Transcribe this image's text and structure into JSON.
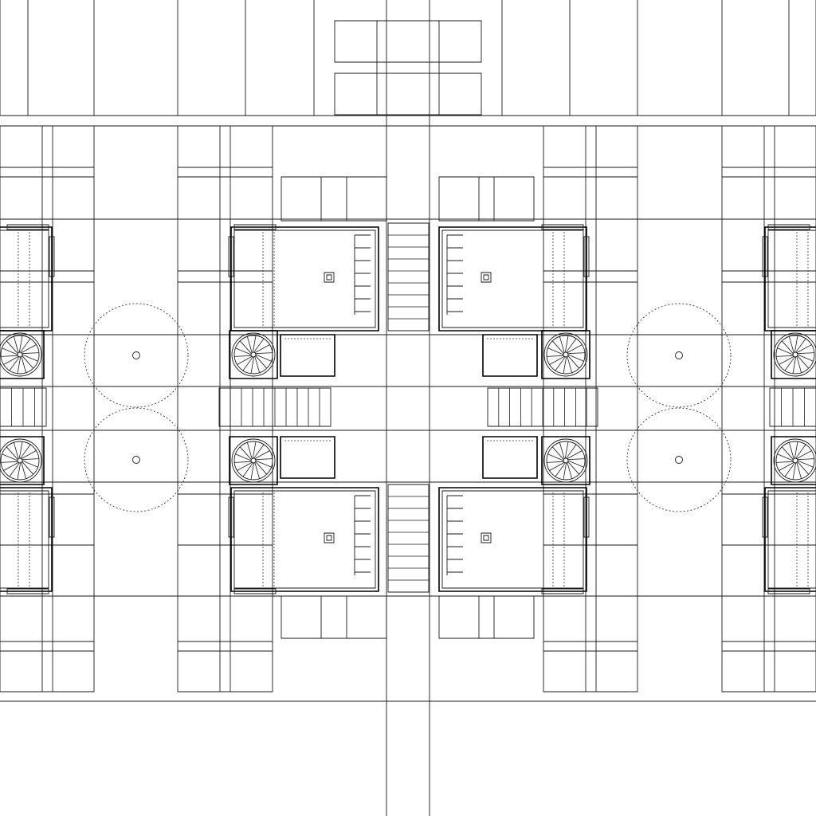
{
  "drawing": {
    "type": "architectural floor plan",
    "units_per_house": 4,
    "spiral_stairs": 8,
    "straight_stairs": 6,
    "columns": 4,
    "trees": 4,
    "colors": {
      "line": "#000000",
      "background": "#ffffff"
    }
  }
}
